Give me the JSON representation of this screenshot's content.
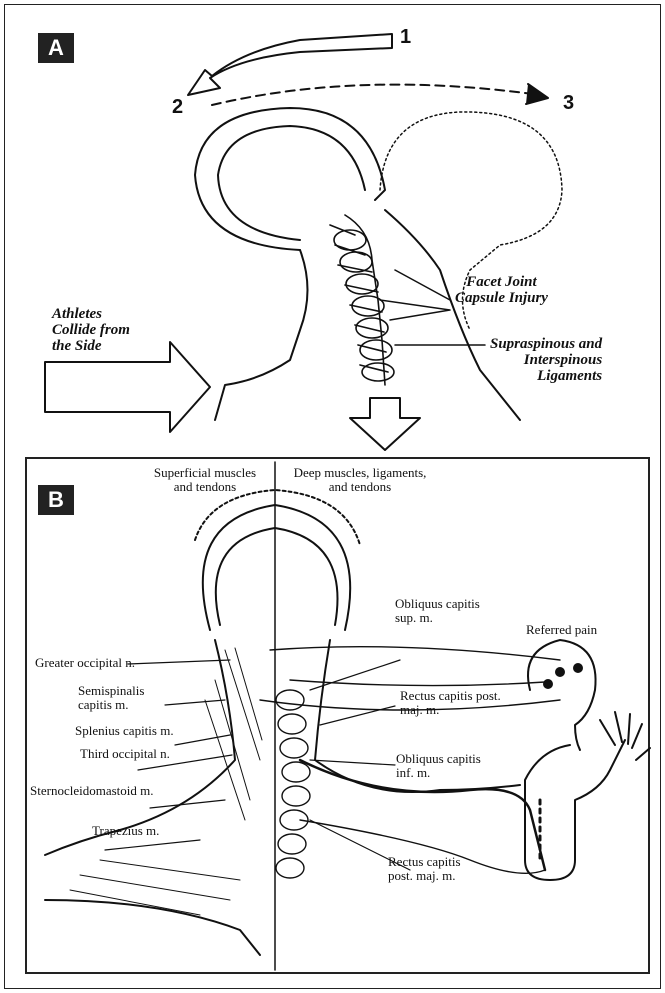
{
  "panel_a": {
    "badge": "A",
    "steps": [
      "1",
      "2",
      "3"
    ],
    "labels": {
      "facet": "Facet Joint\nCapsule Injury",
      "supra": "Supraspinous and\nInterspinous\nLigaments",
      "athletes": "Athletes\nCollide from\nthe Side"
    }
  },
  "panel_b": {
    "badge": "B",
    "header_left": "Superficial muscles\nand tendons",
    "header_right": "Deep muscles, ligaments,\nand tendons",
    "referred": "Referred pain",
    "labels": {
      "obl_sup": "Obliquus capitis\nsup. m.",
      "greater_occ": "Greater occipital n.",
      "semispinalis": "Semispinalis\ncapitis m.",
      "splenius": "Splenius capitis m.",
      "third_occ": "Third occipital n.",
      "scm": "Sternocleidomastoid m.",
      "trapezius": "Trapezius m.",
      "rectus_maj": "Rectus capitis post.\nmaj. m.",
      "obl_inf": "Obliquus capitis\ninf. m.",
      "rectus_maj2": "Rectus capitis\npost. maj. m."
    }
  }
}
